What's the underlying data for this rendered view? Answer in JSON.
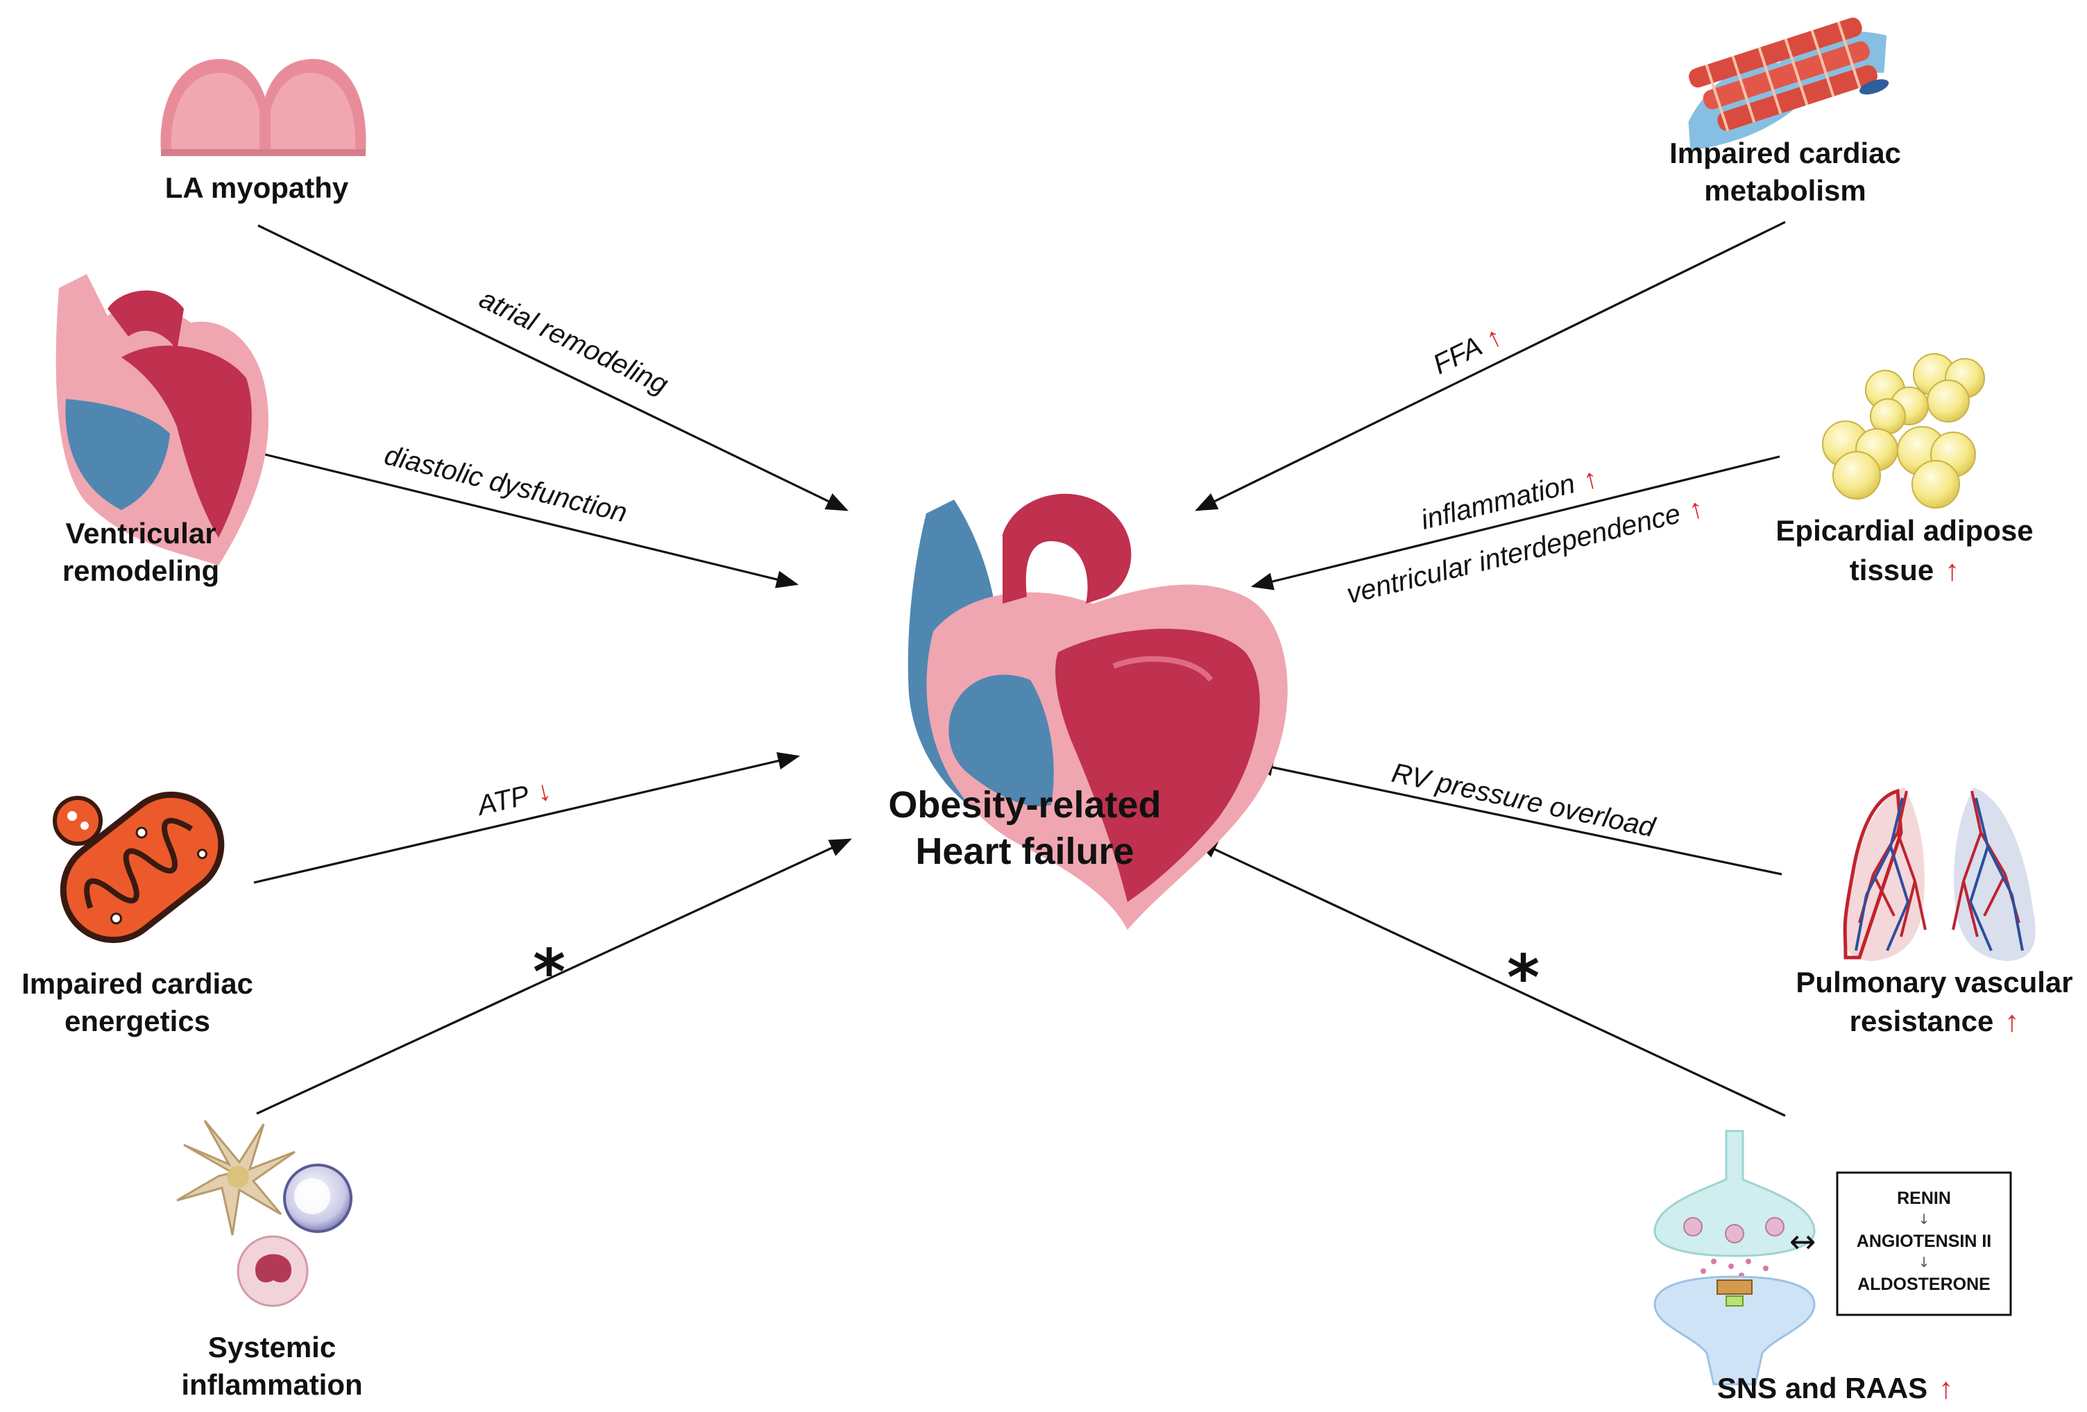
{
  "center": {
    "title_line1": "Obesity-related",
    "title_line2": "Heart failure"
  },
  "nodes": {
    "la_myopathy": {
      "line1": "LA myopathy"
    },
    "ventricular_remodeling": {
      "line1": "Ventricular",
      "line2": "remodeling"
    },
    "cardiac_energetics": {
      "line1": "Impaired cardiac",
      "line2": "energetics"
    },
    "systemic_inflammation": {
      "line1": "Systemic",
      "line2": "inflammation"
    },
    "cardiac_metabolism": {
      "line1": "Impaired cardiac",
      "line2": "metabolism"
    },
    "epicardial_adipose": {
      "line1": "Epicardial adipose",
      "line2": "tissue",
      "arrow": "↑"
    },
    "pulmonary_vascular": {
      "line1": "Pulmonary vascular",
      "line2": "resistance",
      "arrow": "↑"
    },
    "sns_raas": {
      "line1": "SNS and RAAS",
      "arrow": "↑"
    }
  },
  "edges": {
    "atrial_remodeling": "atrial remodeling",
    "diastolic_dysfunction": "diastolic dysfunction",
    "atp": "ATP",
    "atp_arrow": "↓",
    "ffa": "FFA",
    "ffa_arrow": "↑",
    "inflammation": "inflammation",
    "inflammation_arrow": "↑",
    "ventricular_interdependence": "ventricular interdependence",
    "ventricular_interdependence_arrow": "↑",
    "rv_pressure_overload": "RV pressure overload",
    "star_left": "*",
    "star_right": "*"
  },
  "raas_box": {
    "renin": "RENIN",
    "angiotensin": "ANGIOTENSIN II",
    "aldosterone": "ALDOSTERONE",
    "small_arrow": "↓",
    "exchange_arrow": "↔"
  },
  "colors": {
    "heart_red": "#c0304f",
    "heart_blue": "#4f87b0",
    "tissue_pink": "#efa6b0",
    "arrow_up_red": "#d8262e",
    "mito_orange": "#ec5a2c",
    "fat_yellow": "#f1df6a"
  }
}
